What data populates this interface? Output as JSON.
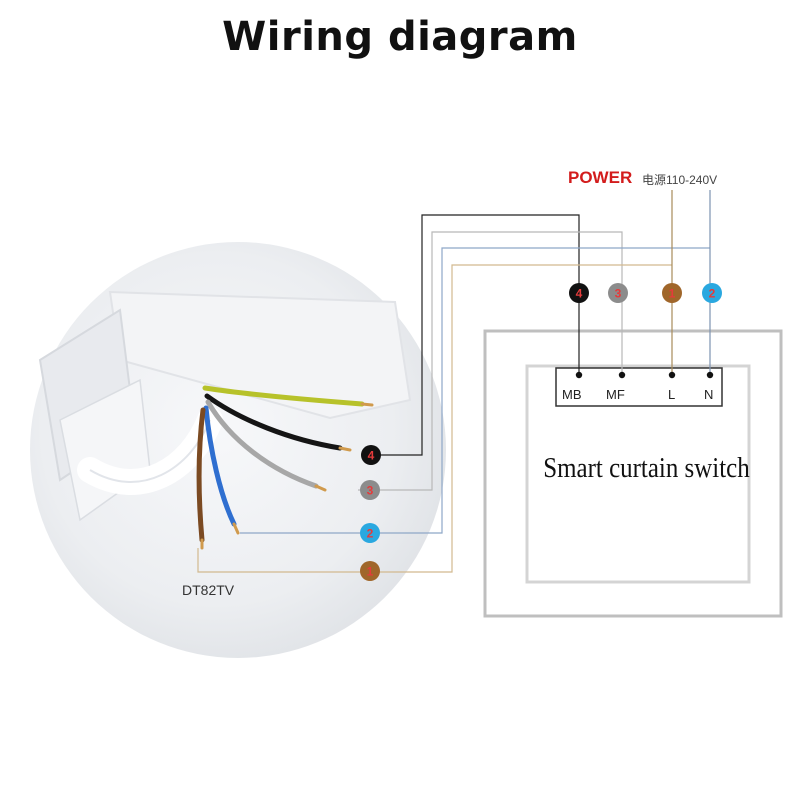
{
  "title": "Wiring diagram",
  "power": {
    "label": "POWER",
    "spec": "电源110-240V"
  },
  "device": {
    "model": "DT82TV"
  },
  "switch": {
    "label": "Smart curtain switch",
    "terminals": [
      "MB",
      "MF",
      "L",
      "N"
    ]
  },
  "wires": [
    {
      "number": "1",
      "color": "#a0662a",
      "terminal": "L"
    },
    {
      "number": "2",
      "color": "#2aa8e0",
      "terminal": "N"
    },
    {
      "number": "3",
      "color": "#8c8c8c",
      "terminal": "MF"
    },
    {
      "number": "4",
      "color": "#111111",
      "terminal": "MB"
    }
  ],
  "colors": {
    "brown": "#a0662a",
    "blue": "#2aa8e0",
    "grey": "#8c8c8c",
    "black": "#111111",
    "power_red": "#d31c1c",
    "badge_number_red": "#e53b3b"
  }
}
